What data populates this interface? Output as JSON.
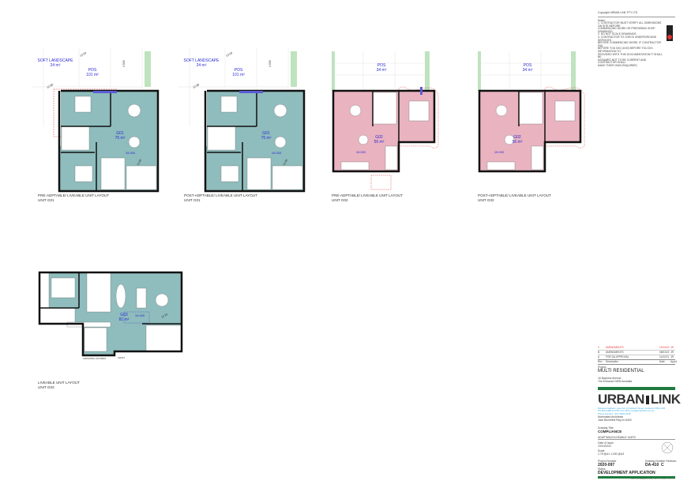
{
  "notes": {
    "copyright": "Copyright URBAN LINK PTY LTD",
    "heading": "Notes:",
    "lines": [
      "1. CONTRACTOR MUST VERIFY ALL DIMENSIONS ON SITE BEFORE",
      "COMMENCING WORK OR PREPARING SHOP DRAWINGS.",
      "2. DO NOT SCALE DRAWINGS.",
      "3. CONTRACTOR TO CHECK UNDERGROUND SERVICES",
      "BEFORE COMMENCING WORK. IF CONTRACTOR FAIL",
      "BEFORE YOU DIG (1100) BEFORE YOU DIG INFORMATION TO",
      "PROVIDED WITH THIS DOCUMENTATION IT SHALL BE",
      "ASSUMED NOT TO BE CURRENT AND CONTRACTOR SHALL",
      "MAKE THEIR OWN ENQUIRIES."
    ]
  },
  "plans": [
    {
      "unit": "G01",
      "area": "75 m²",
      "pos": "POS",
      "pos_area": "101 m²",
      "landscape": "SOFT LANDSCAPE",
      "landscape_area": "24 m²",
      "dims": [
        "13.00",
        "4.500",
        "12.88",
        "15.000",
        "13.69"
      ],
      "caption": [
        "PRE-ADPTABLE/ LIVEABLE UNIT LAYOUT",
        "UNIT G01"
      ],
      "color": "#8fbcbc"
    },
    {
      "unit": "G01",
      "area": "75 m²",
      "pos": "POS",
      "pos_area": "101 m²",
      "landscape": "SOFT LANDSCAPE",
      "landscape_area": "24 m²",
      "dims": [
        "13.00",
        "4.500",
        "12.88",
        "15.000",
        "13.69"
      ],
      "caption": [
        "POST-ADPTABLE/ LIVEABLE UNIT LAYOUT",
        "UNIT G01"
      ],
      "color": "#8fbcbc"
    },
    {
      "unit": "G02",
      "area": "56 m²",
      "pos": "POS",
      "pos_area": "34 m²",
      "dims": [
        "15.000"
      ],
      "caption": [
        "PRE-ADPTABLE/ LIVEABLE UNIT LAYOUT",
        "UNIT G02"
      ],
      "color": "#e9b3c0"
    },
    {
      "unit": "G02",
      "area": "56 m²",
      "pos": "POS",
      "pos_area": "34 m²",
      "dims": [
        "15.000"
      ],
      "caption": [
        "POST-ADPTABLE/ LIVEABLE UNIT LAYOUT",
        "UNIT G02"
      ],
      "color": "#e9b3c0"
    },
    {
      "unit": "G03",
      "area": "81 m²",
      "dims": [
        "15.000",
        "14.20"
      ],
      "caption": [
        "LIVEABLE UNIT LAYOUT",
        "UNIT G03"
      ],
      "color": "#8fbcbc",
      "labels": [
        "CROSSING LOUVRES",
        "SHAFT"
      ]
    }
  ],
  "title_block": {
    "revisions": [
      {
        "rev": "C",
        "desc": "AMENDMENTS",
        "date": "19/10/22",
        "by": "JR",
        "color": "#e04040"
      },
      {
        "rev": "B",
        "desc": "AMENDMENTS",
        "date": "08/03/22",
        "by": "JR"
      },
      {
        "rev": "A",
        "desc": "FOR DA APPROVAL",
        "date": "11/02/21",
        "by": "JR"
      }
    ],
    "rev_headers": [
      "Rev",
      "Description",
      "Date",
      "App'd"
    ],
    "project_label": "Project",
    "project": "MULTI RESIDENTIAL",
    "address": [
      "16 Bayview Avenue",
      "The Entrance NSW   Australia"
    ],
    "logo_left": "URBAN",
    "logo_right": "LINK",
    "firm_details": [
      "Business Address: Level 12, 14 Hickson Street, Auckland NSW 2130",
      "PO BOX ABN 61 PTR LLC 3376 | nsw@urbanlink.com.au",
      "Phone Number: +61 2 9552 2018"
    ],
    "nominated": [
      "Nominated Architects",
      "Jack Brumfield Reg no 8400"
    ],
    "drawing_title_label": "Drawing Title",
    "drawing_title": "COMPLIANCE",
    "subtitle": "ADAPTABLE/LIVEABLE UNITS",
    "date_label": "Date of Issue",
    "date": "19/10/2022",
    "scale_label": "Scale",
    "scale": "1:75 @A1 1:150 @A3",
    "project_number_label": "Project Number",
    "project_number": "2020-097",
    "drawing_number_label": "Drawing Number  Revision",
    "drawing_number": "DA-410",
    "revision": "C",
    "status_label": "Status",
    "status": "DEVELOPMENT APPLICATION",
    "footer": "Urban Link | Adaptable Units | DA-410 | Issued 19/10/2022",
    "green": "#1e7a3e"
  }
}
